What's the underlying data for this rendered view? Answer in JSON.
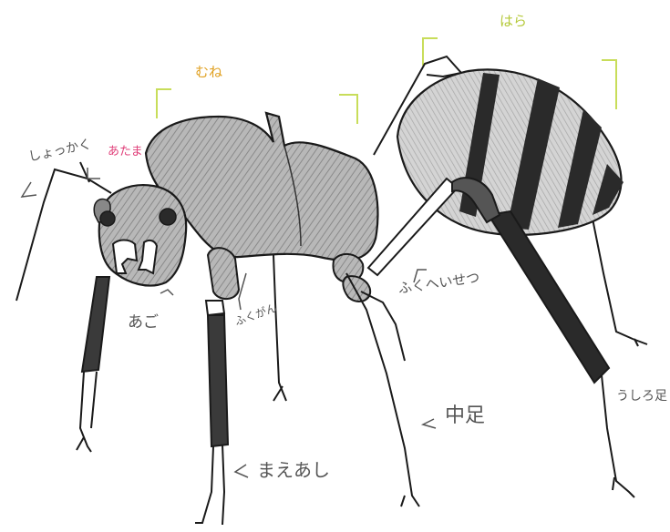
{
  "labels": {
    "mune": "むね",
    "hara": "はら",
    "shokkaku": "しょっかく",
    "atama": "あたま",
    "ago": "あご",
    "fukugan": "ふくがん",
    "fukuheisetsu": "ふくへいせつ",
    "naka_ashi": "中足",
    "mae_ashi": "まえあし",
    "ushiro_ashi": "うしろ足"
  },
  "colors": {
    "outline": "#1a1a1a",
    "shade": "#9a9a9a",
    "dark": "#2a2a2a",
    "bracket": "#c8dd5a",
    "label_mune": "#e0a020",
    "label_hara": "#b5c93a",
    "label_atama": "#e0407a",
    "label_pencil": "#555555"
  }
}
